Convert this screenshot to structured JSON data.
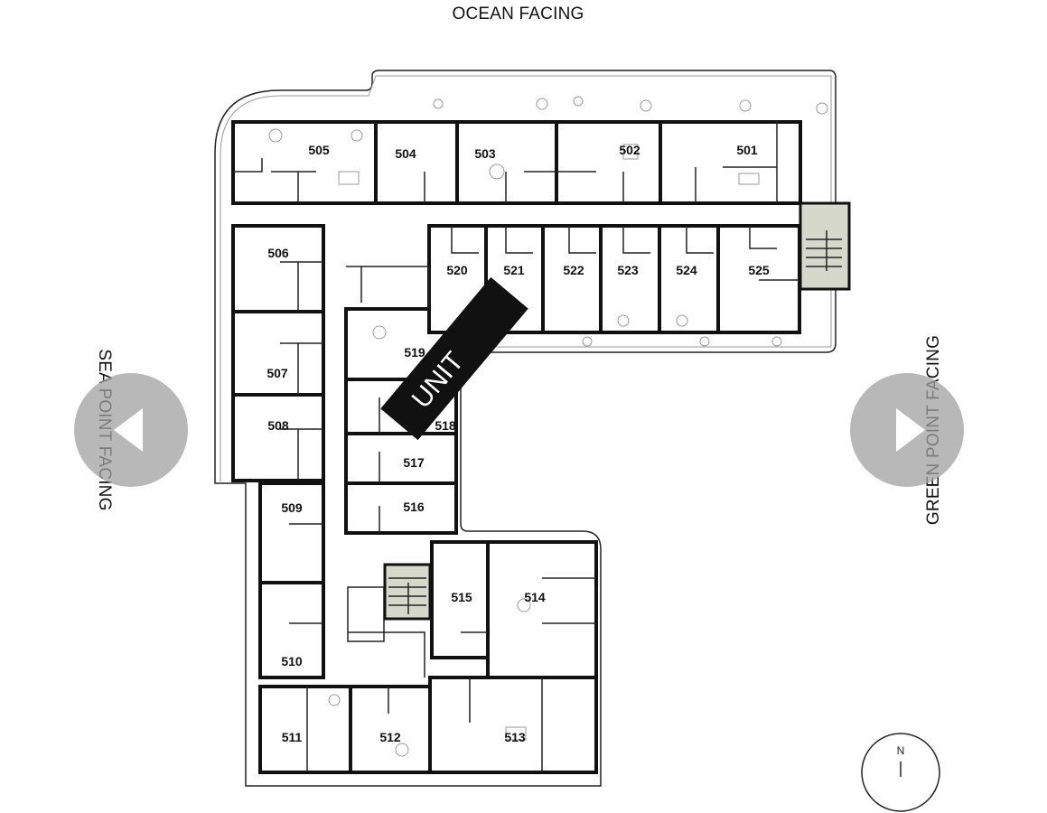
{
  "labels": {
    "ocean": "OCEAN FACING",
    "sea_point": "SEA POINT FACING",
    "green_point": "GREEN POINT FACING",
    "unit_banner": "UNIT",
    "compass_north": "N"
  },
  "navigation": {
    "prev_icon": "triangle-left-icon",
    "next_icon": "triangle-right-icon"
  },
  "units": {
    "u501": "501",
    "u502": "502",
    "u503": "503",
    "u504": "504",
    "u505": "505",
    "u506": "506",
    "u507": "507",
    "u508": "508",
    "u509": "509",
    "u510": "510",
    "u511": "511",
    "u512": "512",
    "u513": "513",
    "u514": "514",
    "u515": "515",
    "u516": "516",
    "u517": "517",
    "u518": "518",
    "u519": "519",
    "u520": "520",
    "u521": "521",
    "u522": "522",
    "u523": "523",
    "u524": "524",
    "u525": "525"
  },
  "colors": {
    "banner": "#111111",
    "stair": "#d6d8cc",
    "nav_button": "#a0a0a0"
  }
}
